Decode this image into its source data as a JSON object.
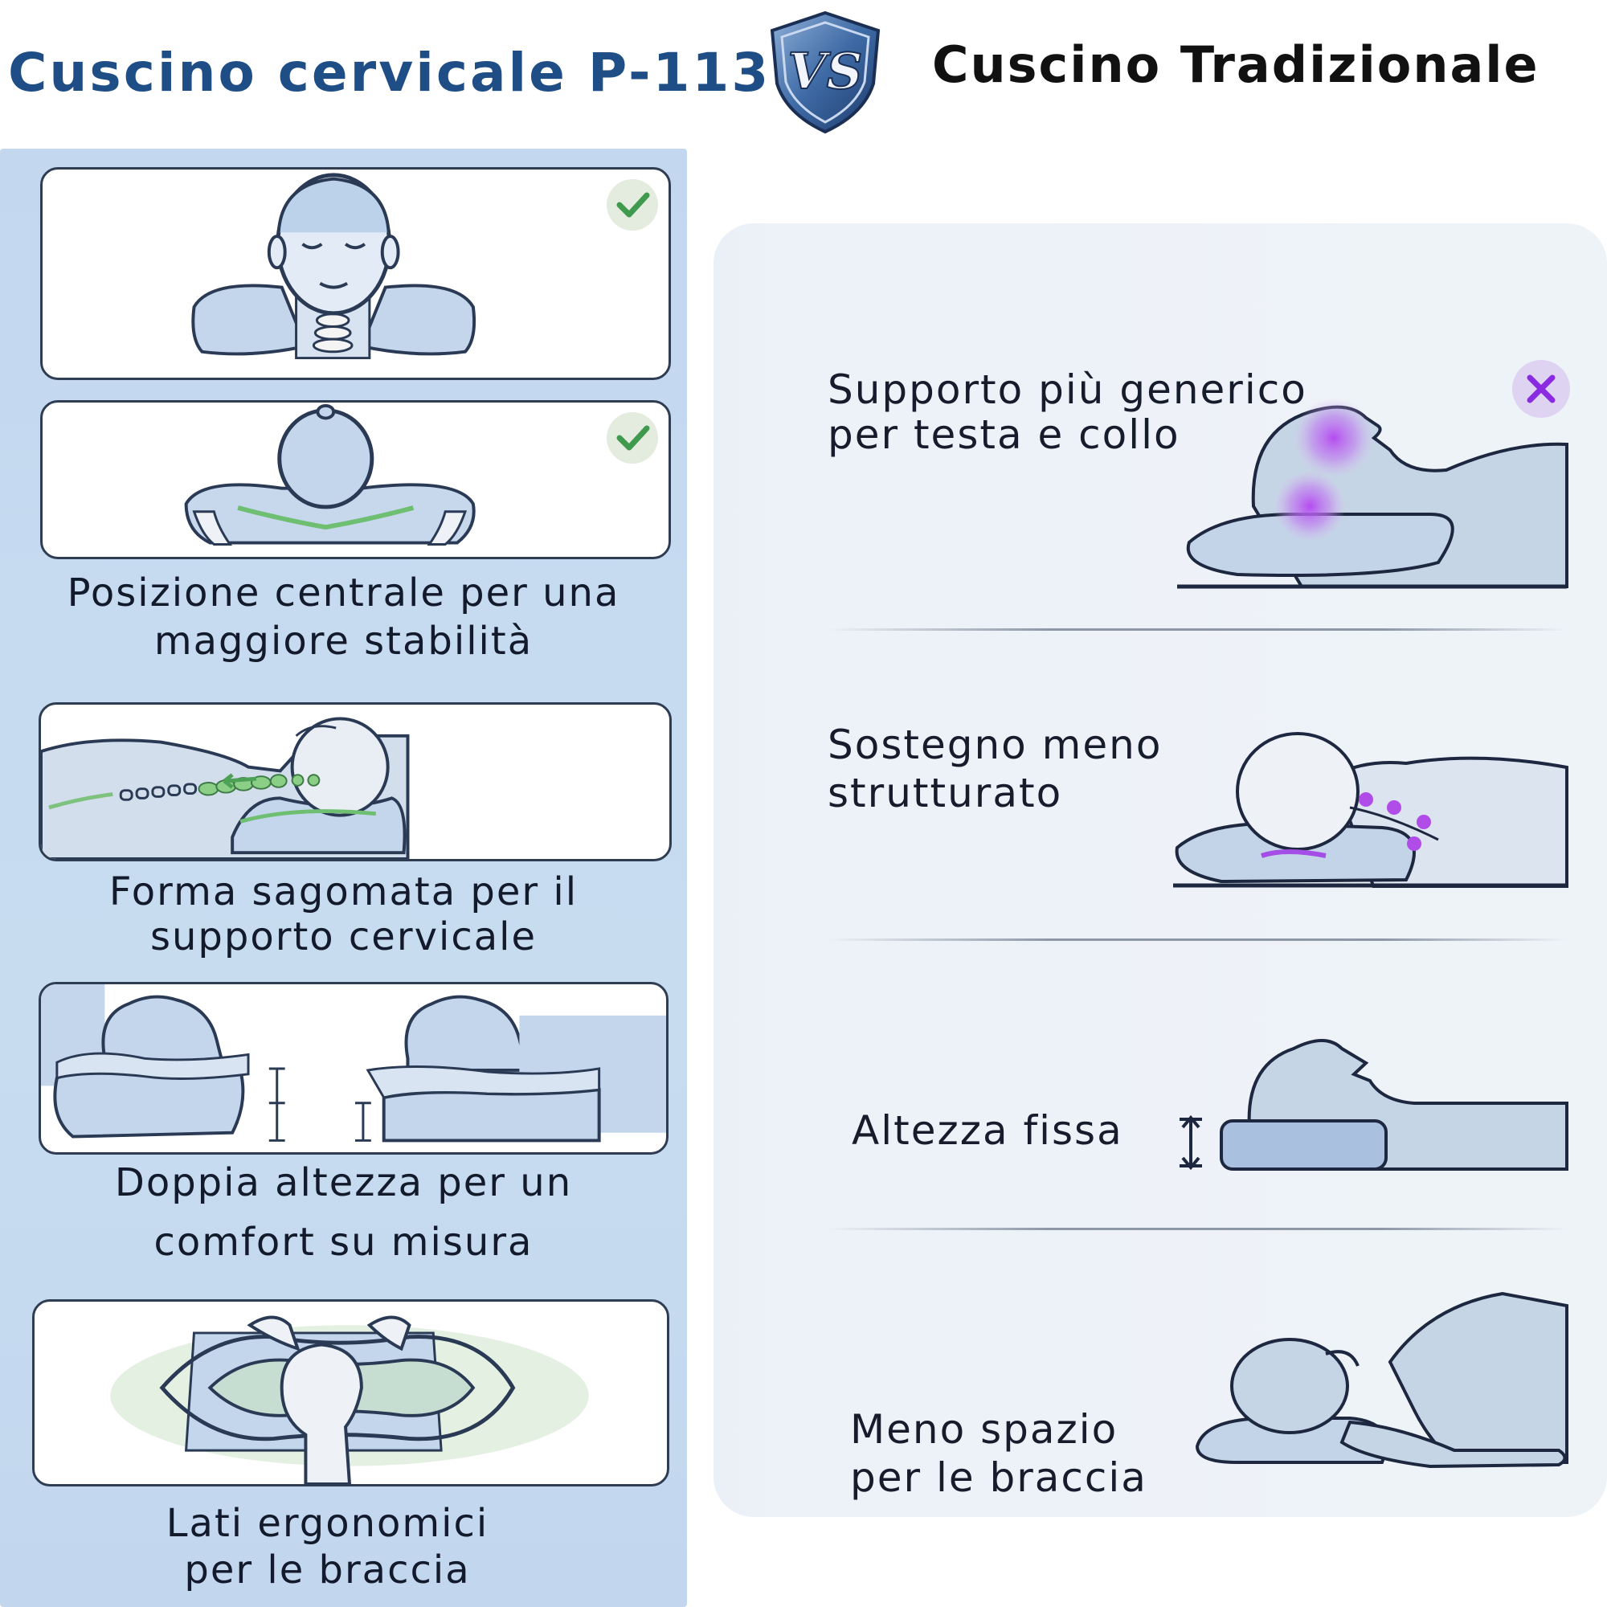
{
  "header": {
    "left_title": "Cuscino cervicale P-113",
    "vs_label": "VS",
    "right_title": "Cuscino Tradizionale"
  },
  "left_column": {
    "captions": [
      "Posizione centrale per una",
      "maggiore stabilità",
      "Forma sagomata per il",
      "supporto cervicale",
      "Doppia altezza per un",
      "comfort su misura",
      "Lati ergonomici",
      "per le braccia"
    ]
  },
  "right_column": {
    "items": [
      {
        "line1": "Supporto più generico",
        "line2": "per testa e collo"
      },
      {
        "line1": "Sostegno meno",
        "line2": "strutturato"
      },
      {
        "line1": "Altezza fissa",
        "line2": ""
      },
      {
        "line1": "Meno spazio",
        "line2": "per le braccia"
      }
    ]
  },
  "colors": {
    "brand_blue": "#1f4e86",
    "panel_blue": "#c3d8ef",
    "check_green": "#3f9a4e",
    "cross_purple": "#8a2be2"
  },
  "icons": [
    "check-icon",
    "cross-icon",
    "vs-shield-icon"
  ]
}
